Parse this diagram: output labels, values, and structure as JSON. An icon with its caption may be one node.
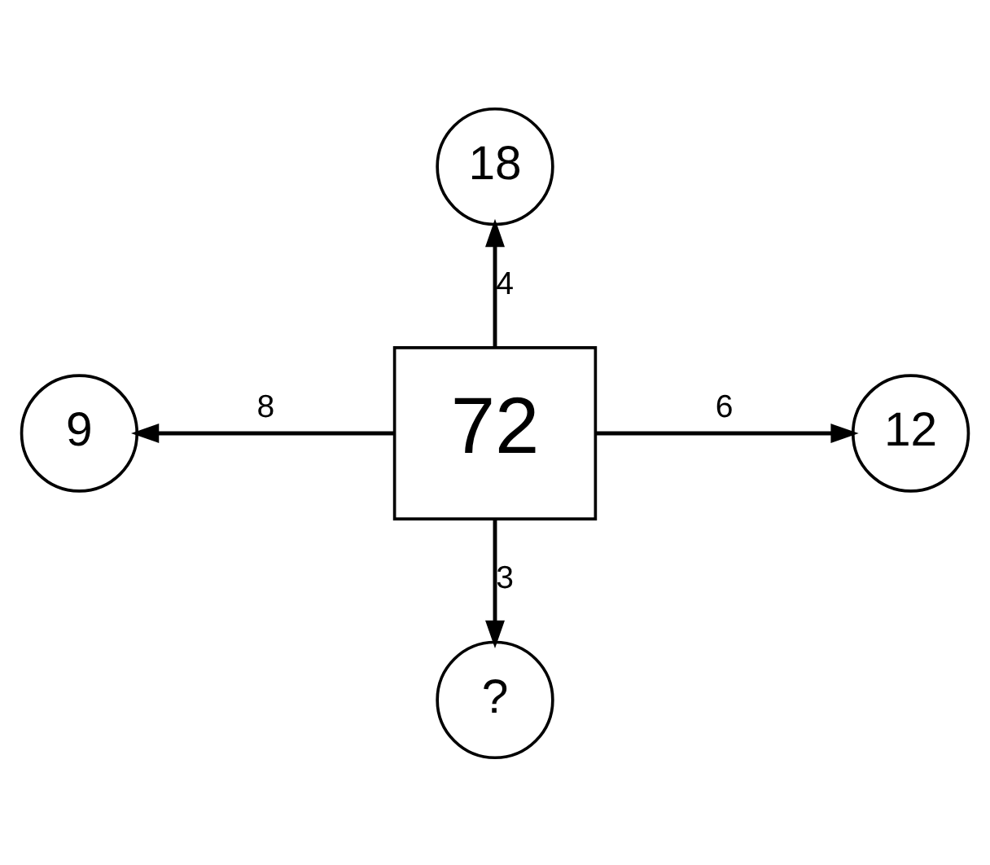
{
  "diagram": {
    "nodes": [
      {
        "text": [
          "72"
        ]
      },
      {
        "text": [
          "18"
        ]
      },
      {
        "text": [
          "9"
        ]
      },
      {
        "text": [
          "12"
        ]
      },
      {
        "text": [
          "?"
        ]
      }
    ],
    "edges": [
      {
        "from": 0,
        "to": 1,
        "arrow": "to",
        "label": "4"
      },
      {
        "from": 0,
        "to": 2,
        "arrow": "to",
        "label": "8"
      },
      {
        "from": 0,
        "to": 3,
        "arrow": "to",
        "label": "6"
      },
      {
        "from": 0,
        "to": 4,
        "arrow": "to",
        "label": "3"
      }
    ]
  }
}
